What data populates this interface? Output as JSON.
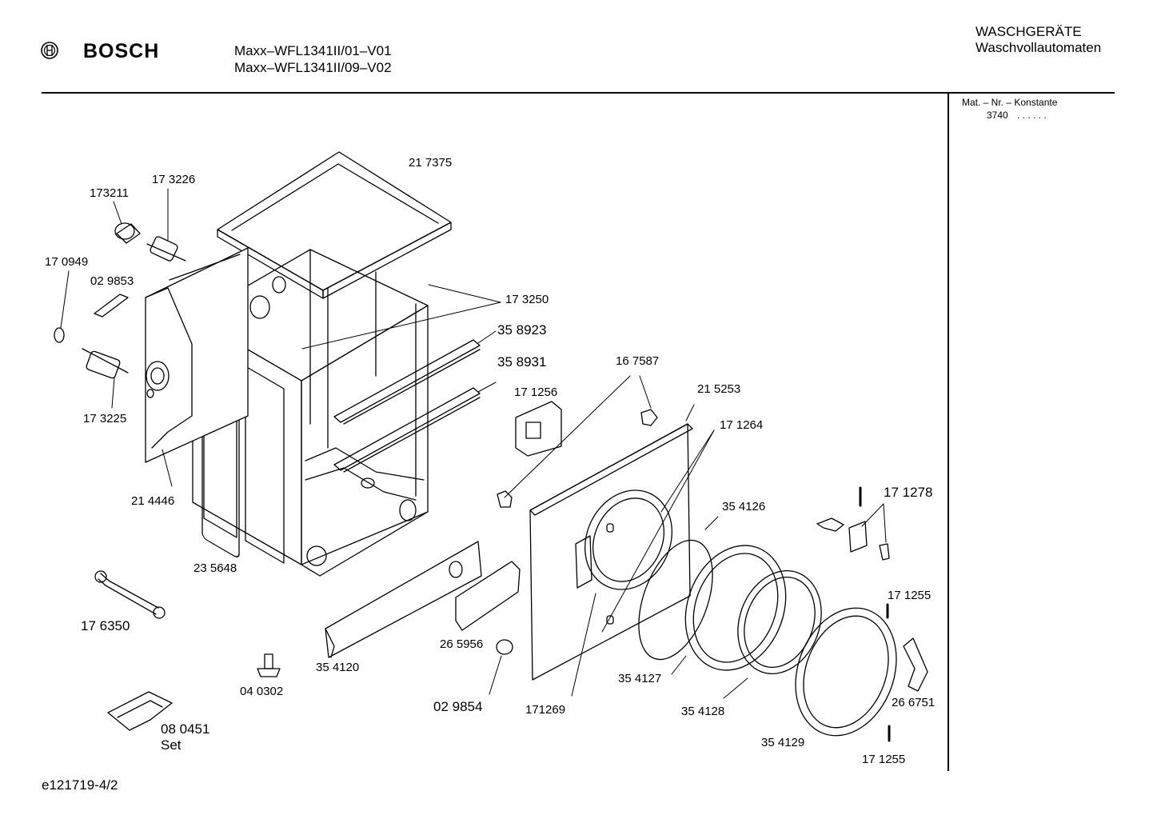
{
  "header": {
    "brand": "BOSCH",
    "models": [
      "Maxx–WFL1341II/01–V01",
      "Maxx–WFL1341II/09–V02"
    ],
    "category": [
      "WASCHGERÄTE",
      "Waschvollautomaten"
    ],
    "icon": "bosch-logo-icon"
  },
  "sidebar": {
    "title": "Mat. – Nr. – Konstante",
    "value": "3740",
    "dots": ". .   . . . ."
  },
  "footer": {
    "doc_id": "e121719-4/2"
  },
  "parts": [
    {
      "id": "p217375",
      "label": "21 7375"
    },
    {
      "id": "p173226",
      "label": "17 3226"
    },
    {
      "id": "p173211",
      "label": "173211"
    },
    {
      "id": "p170949",
      "label": "17 0949"
    },
    {
      "id": "p029853",
      "label": "02 9853"
    },
    {
      "id": "p173250",
      "label": "17 3250"
    },
    {
      "id": "p358923",
      "label": "35 8923"
    },
    {
      "id": "p358931",
      "label": "35 8931"
    },
    {
      "id": "p173225",
      "label": "17 3225"
    },
    {
      "id": "p214446",
      "label": "21 4446"
    },
    {
      "id": "p235648",
      "label": "23 5648"
    },
    {
      "id": "p176350",
      "label": "17 6350"
    },
    {
      "id": "p040302",
      "label": "04 0302"
    },
    {
      "id": "p080451",
      "label": "08 0451",
      "sub": "Set"
    },
    {
      "id": "p354120",
      "label": "35 4120"
    },
    {
      "id": "p265956",
      "label": "26 5956"
    },
    {
      "id": "p029854",
      "label": "02 9854"
    },
    {
      "id": "p171256",
      "label": "17 1256"
    },
    {
      "id": "p167587",
      "label": "16 7587"
    },
    {
      "id": "p215253",
      "label": "21 5253"
    },
    {
      "id": "p171264",
      "label": "17 1264"
    },
    {
      "id": "p354126",
      "label": "35 4126"
    },
    {
      "id": "p171269",
      "label": "171269"
    },
    {
      "id": "p354127",
      "label": "35 4127"
    },
    {
      "id": "p354128",
      "label": "35 4128"
    },
    {
      "id": "p354129",
      "label": "35 4129"
    },
    {
      "id": "p171278",
      "label": "17 1278"
    },
    {
      "id": "p171255a",
      "label": "17 1255"
    },
    {
      "id": "p266751",
      "label": "26 6751"
    },
    {
      "id": "p171255b",
      "label": "17 1255"
    }
  ]
}
